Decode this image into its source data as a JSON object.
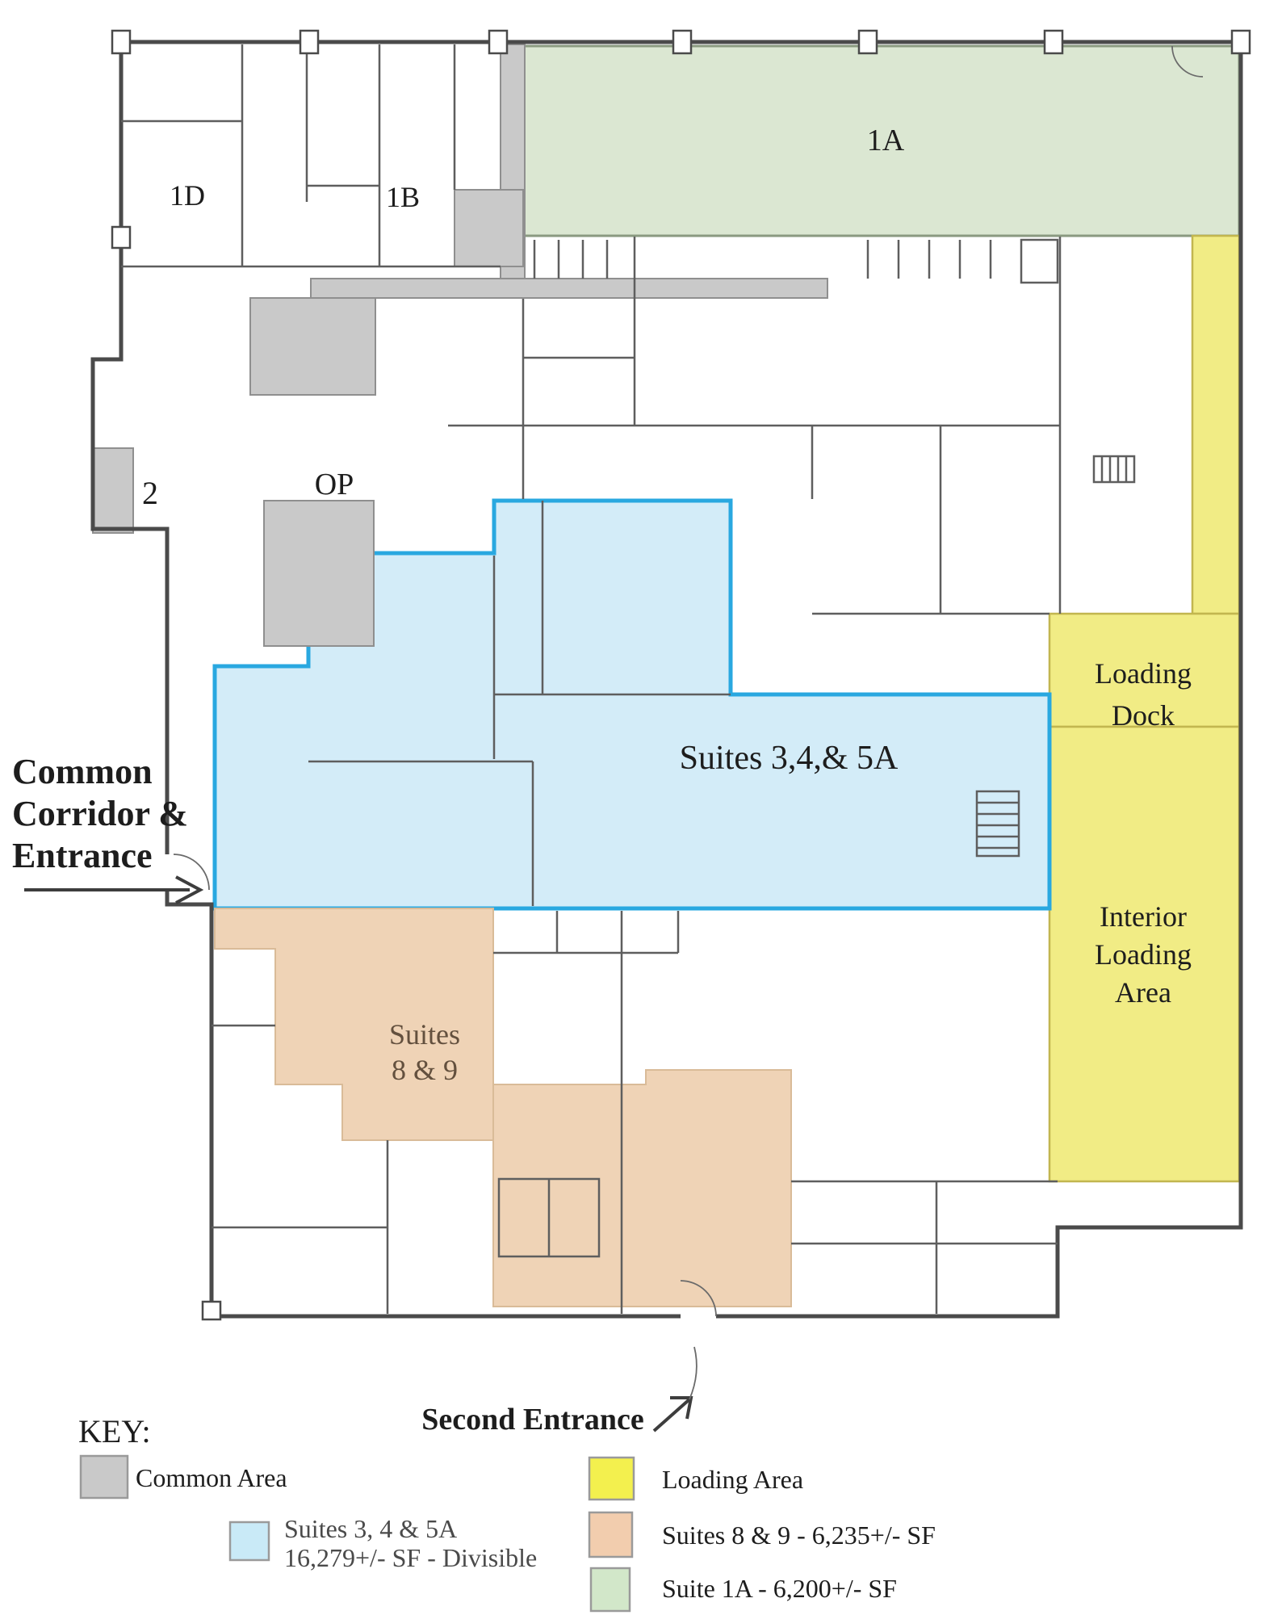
{
  "colors": {
    "wall": "#4a4a4a",
    "green": "#dbe7d2",
    "green_border": "#8a9a80",
    "green_legend": "#d2e7c9",
    "yellow": "#f1ec85",
    "yellow_border": "#c2b64f",
    "yellow_legend": "#f3f04e",
    "blue": "#d3ecf8",
    "blue_border": "#29a8e0",
    "blue_legend": "#c9eaf7",
    "orange": "#efd3b6",
    "orange_border": "#d9bb98",
    "orange_legend": "#f2cdae",
    "gray": "#c9c9c9",
    "gray_border": "#8f8f8f",
    "text": "#1d1d1d",
    "text_brown": "#63503e"
  },
  "plan": {
    "suite_1d_label": "1D",
    "suite_1b_label": "1B",
    "suite_1a_label": "1A",
    "suite_2_label": "2",
    "op_label": "OP",
    "suites_345a_label": "Suites 3,4,& 5A",
    "loading_dock_line1": "Loading",
    "loading_dock_line2": "Dock",
    "interior_loading_line1": "Interior",
    "interior_loading_line2": "Loading",
    "interior_loading_line3": "Area",
    "suites_89_line1": "Suites",
    "suites_89_line2": "8 & 9",
    "common_corridor_line1": "Common",
    "common_corridor_line2": "Corridor &",
    "common_corridor_line3": "Entrance",
    "second_entrance_label": "Second Entrance"
  },
  "key": {
    "heading": "KEY:",
    "common_area_label": "Common Area",
    "loading_area_label": "Loading Area",
    "suites_345a_label": "Suites 3, 4 & 5A",
    "suites_345a_sf": "16,279+/- SF - Divisible",
    "suites_89_label": "Suites 8 & 9 - 6,235+/- SF",
    "suite_1a_label": "Suite 1A - 6,200+/- SF"
  }
}
